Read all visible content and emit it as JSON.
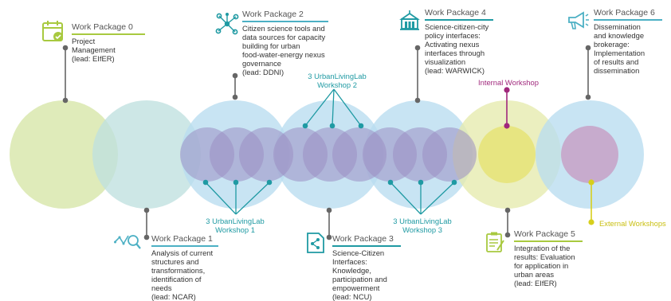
{
  "colors": {
    "wp0": "#a8c93f",
    "wp1": "#4cb0c4",
    "wp2": "#1f9aa3",
    "wp3": "#1f9aa3",
    "wp4": "#1f9aa3",
    "wp5": "#a8c93f",
    "wp6": "#4cb0c4",
    "connector": "#666666",
    "teal_dot": "#1f9aa3",
    "internal": "#a0287c",
    "external": "#d7cf1c",
    "circle_green": "#d6e6a7",
    "circle_teal": "#bfe0df",
    "circle_blue": "#b9dcef",
    "circle_yellow_green": "#e6ebad",
    "inner_purple": "#9b8ec2",
    "inner_yellow": "#e7e37a",
    "inner_pink": "#c7a1c6"
  },
  "work_packages": [
    {
      "id": "wp0",
      "title": "Work Package 0",
      "lines": [
        "Project",
        "Management"
      ],
      "lead": "(lead: EIfER)",
      "icon": "calendar-icon"
    },
    {
      "id": "wp1",
      "title": "Work Package 1",
      "lines": [
        "Analysis of current",
        "structures and",
        "transformations,",
        "identification of",
        "needs"
      ],
      "lead": "(lead: NCAR)",
      "icon": "analysis-icon"
    },
    {
      "id": "wp2",
      "title": "Work Package 2",
      "lines": [
        "Citizen science tools and",
        "data sources for capacity",
        "building for urban",
        "food-water-energy nexus",
        "governance"
      ],
      "lead": "(lead: DDNI)",
      "icon": "network-icon"
    },
    {
      "id": "wp3",
      "title": "Work Package 3",
      "lines": [
        "Science-Citizen",
        "Interfaces:",
        "Knowledge,",
        "participation and",
        "empowerment"
      ],
      "lead": "(lead: NCU)",
      "icon": "document-share-icon"
    },
    {
      "id": "wp4",
      "title": "Work Package 4",
      "lines": [
        "Science-citizen-city",
        "policy interfaces:",
        "Activating nexus",
        "interfaces through",
        "visualization"
      ],
      "lead": "(lead: WARWICK)",
      "icon": "city-hall-icon"
    },
    {
      "id": "wp5",
      "title": "Work Package 5",
      "lines": [
        "Integration of the",
        "results: Evaluation",
        "for application in",
        "urban areas"
      ],
      "lead": "(lead: EIfER)",
      "icon": "clipboard-icon"
    },
    {
      "id": "wp6",
      "title": "Work Package 6",
      "lines": [
        "Dissemination",
        "and knowledge",
        "brokerage:",
        "Implementation",
        "of results and",
        "dissemination"
      ],
      "lead": "",
      "icon": "megaphone-icon"
    }
  ],
  "workshops": {
    "ull1": [
      "3 UrbanLivingLab",
      "Workshop 1"
    ],
    "ull2": [
      "3 UrbanLivingLab",
      "Workshop 2"
    ],
    "ull3": [
      "3 UrbanLivingLab",
      "Workshop 3"
    ],
    "internal": "Internal Workshop",
    "external": "External Workshops"
  }
}
